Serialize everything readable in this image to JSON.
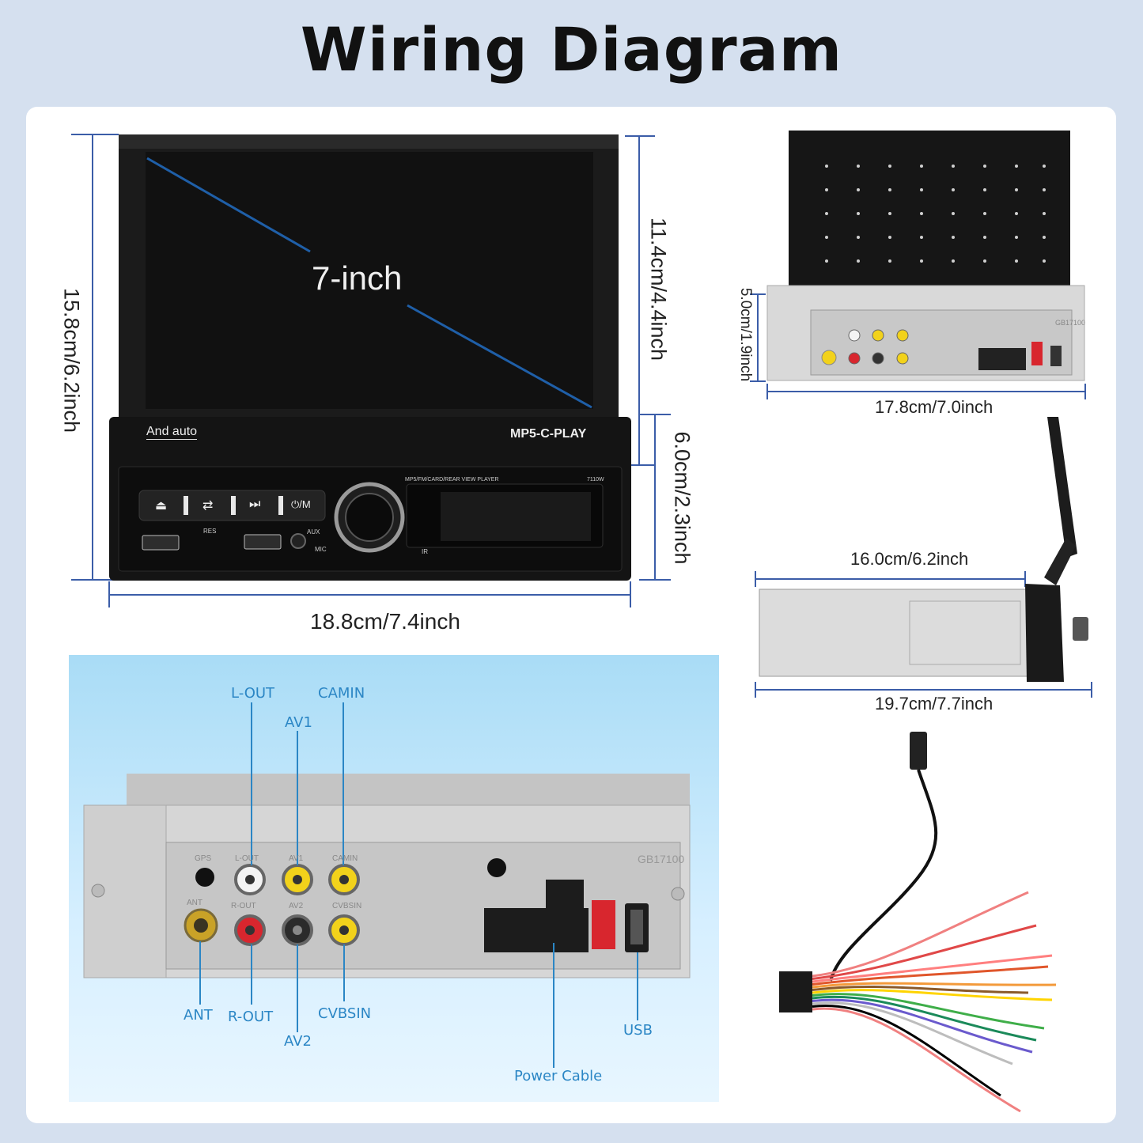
{
  "title": "Wiring Diagram",
  "front_view": {
    "screen_label": "7-inch",
    "brand_logo": "And auto",
    "model_label": "MP5-C-PLAY",
    "small_caption": "MP5/FM/CARD/REAR VIEW PLAYER",
    "small_model": "7110W",
    "res_label": "RES",
    "aux_label": "AUX",
    "mic_label": "MIC",
    "ir_label": "IR",
    "buttons": [
      "⏏",
      "⇄",
      "⏭",
      "⏻/M"
    ],
    "height_total": "15.8cm/6.2inch",
    "height_screen": "11.4cm/4.4inch",
    "height_base": "6.0cm/2.3inch",
    "width": "18.8cm/7.4inch"
  },
  "back_view": {
    "height": "5.0cm/1.9inch",
    "width": "17.8cm/7.0inch",
    "stamp": "GB17100"
  },
  "side_view": {
    "top_width": "16.0cm/6.2inch",
    "bottom_width": "19.7cm/7.7inch"
  },
  "ports_panel": {
    "labels": {
      "l_out": "L-OUT",
      "camin": "CAMIN",
      "av1": "AV1",
      "ant": "ANT",
      "r_out": "R-OUT",
      "av2": "AV2",
      "cvbsin": "CVBSIN",
      "usb": "USB",
      "power_cable": "Power Cable"
    },
    "engraved": {
      "gps": "GPS",
      "l_out": "L-OUT",
      "av1": "AV1",
      "camin": "CAMIN",
      "ant": "ANT",
      "r_out": "R-OUT",
      "av2": "AV2",
      "cvbsin": "CVBSIN",
      "stamp": "GB17100"
    }
  },
  "colors": {
    "accent_blue": "#2b86c5",
    "diagonal": "#1f5fa8",
    "rca_yellow": "#f2d21b",
    "rca_red": "#d8262e",
    "rca_white": "#f4f4f4",
    "wire_colors": [
      "#f08080",
      "#e04848",
      "#ff7f7f",
      "#e0562b",
      "#f39a3b",
      "#8a5a2b",
      "#ffd400",
      "#3fae49",
      "#1b8a5a",
      "#6a5acd",
      "#bdbdbd",
      "#000000"
    ]
  }
}
